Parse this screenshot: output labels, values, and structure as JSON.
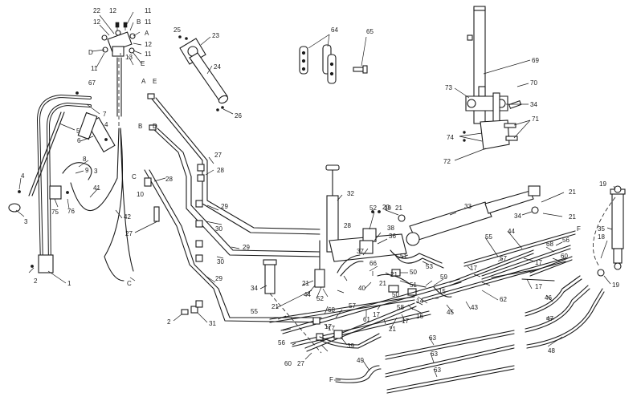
{
  "diagram": {
    "callouts": {
      "c1": "1",
      "c2a": "2",
      "c2b": "2",
      "c3a": "3",
      "c3b": "3",
      "c4a": "4",
      "c4b": "4",
      "c5": "5",
      "c6": "6",
      "c7": "7",
      "c8": "8",
      "c9": "9",
      "c10": "10",
      "c11a": "11",
      "c11b": "11",
      "c11c": "11",
      "c11d": "11",
      "c12a": "12",
      "c12b": "12",
      "c12c": "12",
      "c13": "13",
      "c14": "14",
      "c15": "15",
      "c16": "16",
      "c17a": "17",
      "c17b": "17",
      "c17c": "17",
      "c17d": "17",
      "c17e": "17",
      "c17f": "17",
      "c17g": "17",
      "c18": "18",
      "c19a": "19",
      "c19b": "19",
      "c19c": "19",
      "c20": "20",
      "c21a": "21",
      "c21b": "21",
      "c21c": "21",
      "c21d": "21",
      "c21e": "21",
      "c21f": "21",
      "c21g": "21",
      "c21h": "21",
      "c22": "22",
      "c23": "23",
      "c24": "24",
      "c25": "25",
      "c26": "26",
      "c27a": "27",
      "c27b": "27",
      "c27c": "27",
      "c28a": "28",
      "c28b": "28",
      "c28c": "28",
      "c29a": "29",
      "c29b": "29",
      "c30a": "30",
      "c30b": "30",
      "c31": "31",
      "c32": "32",
      "c33": "33",
      "c34a": "34",
      "c34b": "34",
      "c34c": "34",
      "c35": "35",
      "c36": "36",
      "c37": "37",
      "c38": "38",
      "c39": "39",
      "c40": "40",
      "c41": "41",
      "c42": "42",
      "c43": "43",
      "c44a": "44",
      "c44b": "44",
      "c45": "45",
      "c46": "46",
      "c47": "47",
      "c48": "48",
      "c49": "49",
      "c50a": "50",
      "c50b": "50",
      "c51a": "51",
      "c51b": "51",
      "c52a": "52",
      "c52b": "52",
      "c53": "53",
      "c55a": "55",
      "c55b": "55",
      "c56a": "56",
      "c56b": "56",
      "c57a": "57",
      "c57b": "57",
      "c58": "58",
      "c59": "59",
      "c60a": "60",
      "c60b": "60",
      "c61": "61",
      "c62": "62",
      "c63a": "63",
      "c63b": "63",
      "c63c": "63",
      "c64": "64",
      "c65": "65",
      "c66": "66",
      "c67": "67",
      "c68a": "68",
      "c68b": "68",
      "c69": "69",
      "c70": "70",
      "c71": "71",
      "c72": "72",
      "c73": "73",
      "c74": "74",
      "c75": "75",
      "c76": "76",
      "lA1": "A",
      "lA2": "A",
      "lB1": "B",
      "lB2": "B",
      "lC1": "C",
      "lC2": "C",
      "lD1": "D",
      "lD2": "D",
      "lE1": "E",
      "lE2": "E",
      "lF1": "F",
      "lF2": "F"
    }
  }
}
